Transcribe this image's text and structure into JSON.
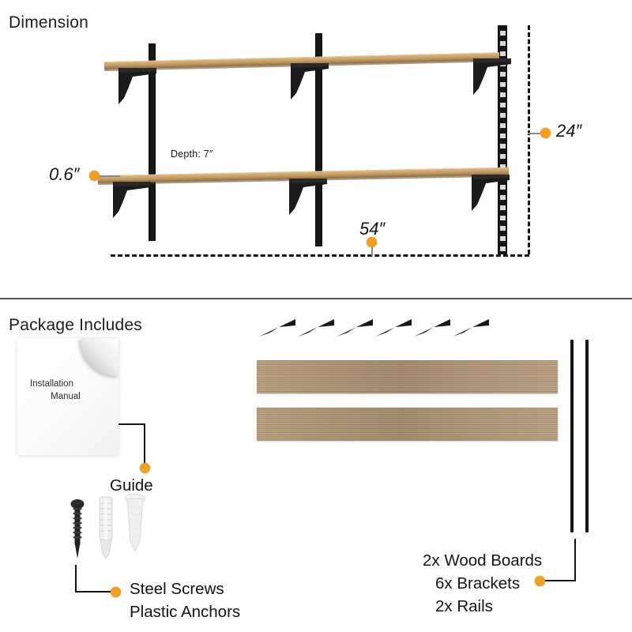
{
  "sections": {
    "dimension": {
      "title": "Dimension"
    },
    "package": {
      "title": "Package Includes"
    }
  },
  "colors": {
    "accent_dot": "#f4a01c",
    "wood": "#a88e6c",
    "metal_black": "#17171a",
    "dashed_line": "#141414",
    "background": "#ffffff"
  },
  "dimension_labels": {
    "height": "24″",
    "width": "54″",
    "thickness": "0.6″",
    "depth": "Depth: 7″"
  },
  "product": {
    "shelf_count": 2,
    "rail_count": 3,
    "bracket_count_in_view": 6
  },
  "package_items": {
    "manual": {
      "line1": "Installation",
      "line2": "Manual",
      "callout_label": "Guide"
    },
    "hardware": {
      "callout_label_1": "Steel Screws",
      "callout_label_2": "Plastic Anchors",
      "screw_name": "steel-screw",
      "anchor_names": [
        "plastic-anchor-ribbed",
        "plastic-anchor-threaded"
      ]
    },
    "components": {
      "callout_line1": "2x Wood Boards",
      "callout_line2": "6x Brackets",
      "callout_line3": "2x Rails",
      "boards": 2,
      "brackets": 6,
      "rails": 2
    }
  }
}
